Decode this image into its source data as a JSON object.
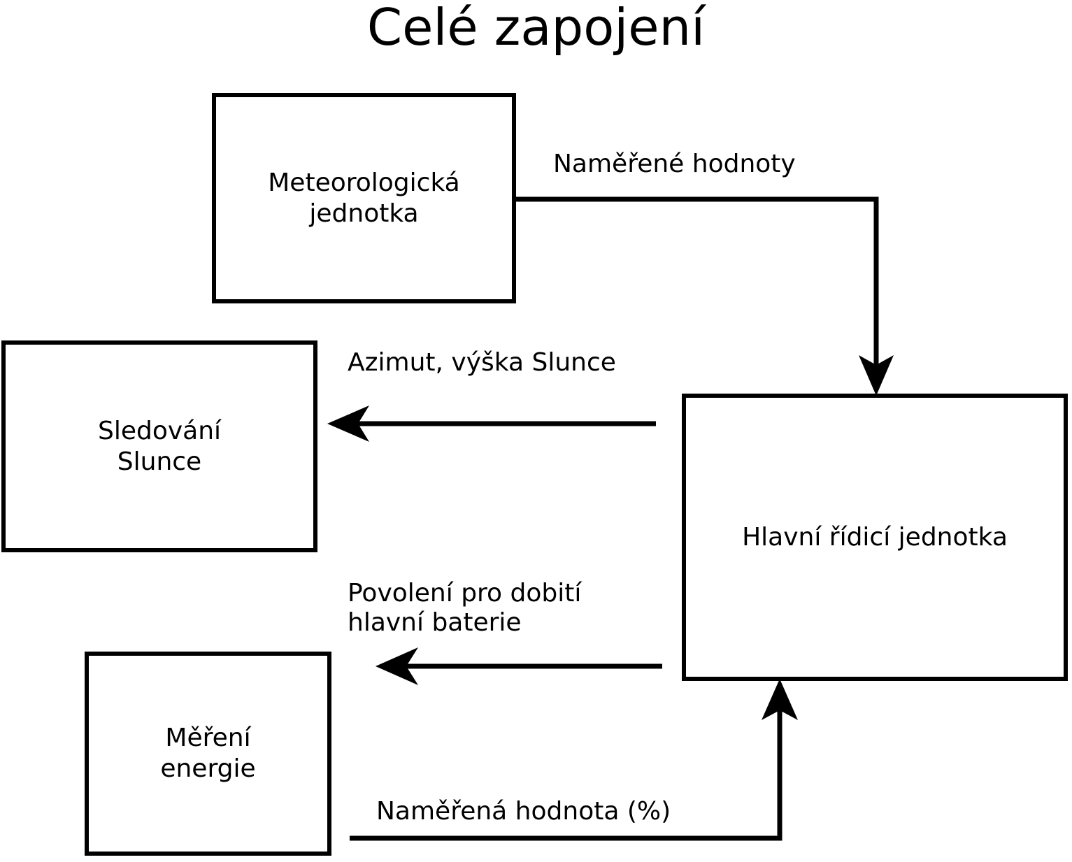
{
  "title": "Celé zapojení",
  "nodes": [
    {
      "id": "meteo",
      "label": "Meteorologická\njednotka"
    },
    {
      "id": "sun",
      "label": "Sledování\nSlunce"
    },
    {
      "id": "main",
      "label": "Hlavní řídicí jednotka"
    },
    {
      "id": "energy",
      "label": "Měření\nenergie"
    }
  ],
  "edges": [
    {
      "id": "measured-values",
      "label": "Naměřené hodnoty",
      "from": "meteo",
      "to": "main",
      "direction": "down"
    },
    {
      "id": "azimuth",
      "label": "Azimut, výška Slunce",
      "from": "main",
      "to": "sun",
      "direction": "left"
    },
    {
      "id": "charge-permit",
      "label": "Povolení pro dobití\nhlavní baterie",
      "from": "main",
      "to": "energy",
      "direction": "left"
    },
    {
      "id": "measured-pct",
      "label": "Naměřená hodnota (%)",
      "from": "energy",
      "to": "main",
      "direction": "up"
    }
  ],
  "style": {
    "stroke": "#000000",
    "fill": "#ffffff",
    "background": "#ffffff"
  }
}
